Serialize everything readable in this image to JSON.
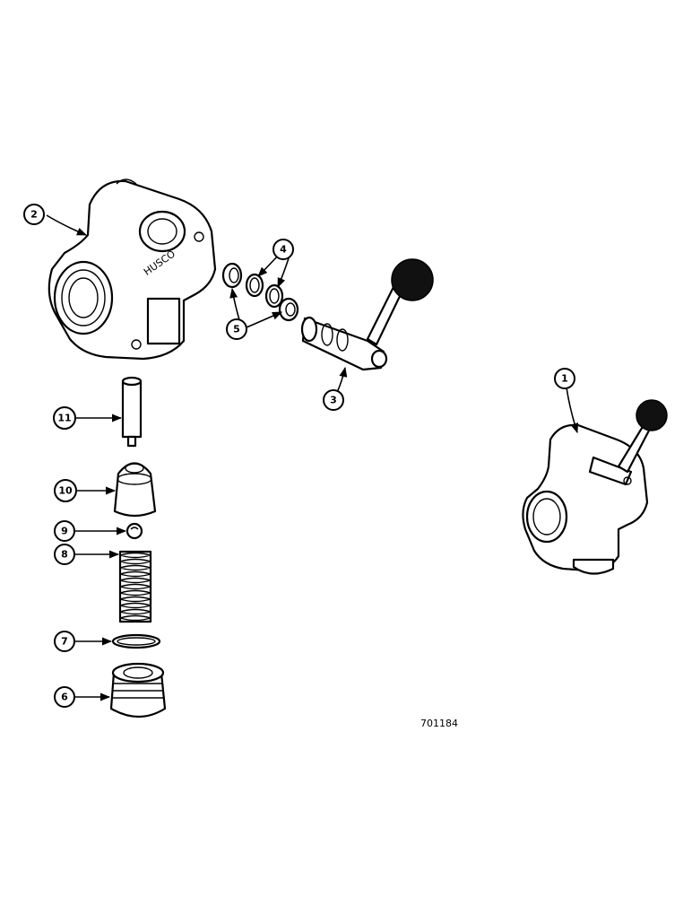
{
  "drawing_number": "701184",
  "callouts": [
    {
      "id": "c1",
      "label": "1"
    },
    {
      "id": "c2",
      "label": "2"
    },
    {
      "id": "c3",
      "label": "3"
    },
    {
      "id": "c4",
      "label": "4"
    },
    {
      "id": "c5",
      "label": "5"
    },
    {
      "id": "c6",
      "label": "6"
    },
    {
      "id": "c7",
      "label": "7"
    },
    {
      "id": "c8",
      "label": "8"
    },
    {
      "id": "c9",
      "label": "9"
    },
    {
      "id": "c10",
      "label": "10"
    },
    {
      "id": "c11",
      "label": "11"
    }
  ],
  "body_casting_text": "HUSCO"
}
